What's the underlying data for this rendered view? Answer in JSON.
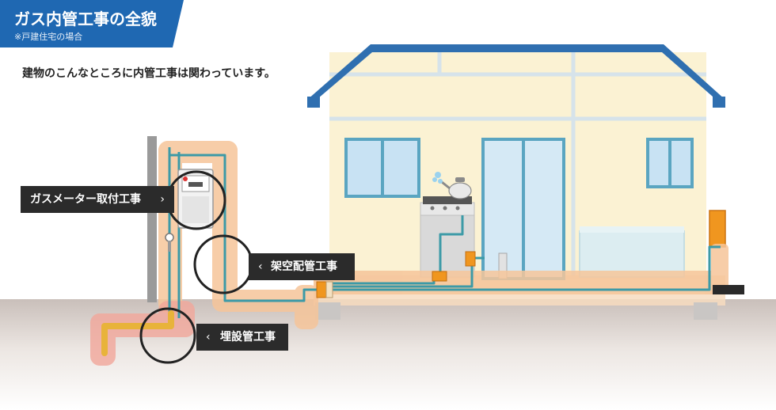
{
  "header": {
    "title": "ガス内管工事の全貌",
    "subtitle": "※戸建住宅の場合"
  },
  "intro": "建物のこんなところに内管工事は関わっています。",
  "callouts": {
    "meter": "ガスメーター取付工事",
    "aerial": "架空配管工事",
    "buried": "埋設管工事"
  },
  "icons": {
    "chevron_right": "›",
    "chevron_left": "‹"
  },
  "colors": {
    "banner_blue": "#1f68b2",
    "roof_blue": "#2f6fb0",
    "pipe_teal": "#3c9aa7",
    "pipe_highlight": "#f6c59a",
    "buried_highlight": "#f2a79b",
    "buried_pipe": "#e8b33a",
    "label_bg": "#2b2b2b"
  }
}
